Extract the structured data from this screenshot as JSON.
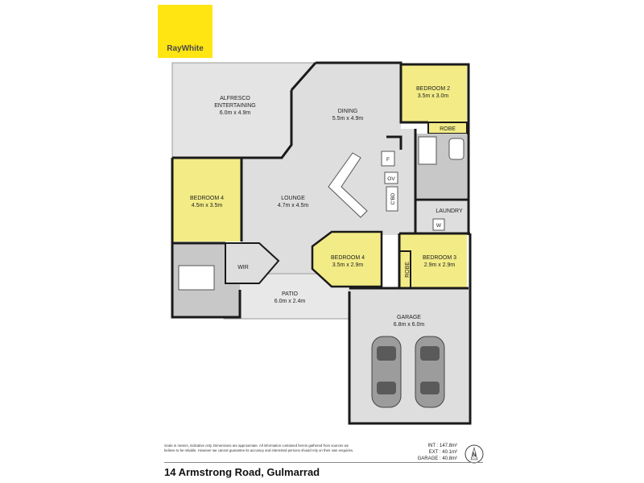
{
  "brand": {
    "name": "RayWhite",
    "color": "#FFE512"
  },
  "rooms": {
    "alfresco": {
      "name": "ALFRESCO",
      "name2": "ENTERTAINING",
      "dims": "6.0m x 4.9m"
    },
    "dining": {
      "name": "DINING",
      "dims": "5.5m x 4.9m"
    },
    "bedroom2": {
      "name": "BEDROOM 2",
      "dims": "3.5m x 3.0m"
    },
    "robe_top": {
      "name": "ROBE"
    },
    "bedroom4_left": {
      "name": "BEDROOM 4",
      "dims": "4.5m x 3.5m"
    },
    "lounge": {
      "name": "LOUNGE",
      "dims": "4.7m x 4.5m"
    },
    "laundry": {
      "name": "LAUNDRY"
    },
    "bedroom4_center": {
      "name": "BEDROOM 4",
      "dims": "3.5m x 2.9m"
    },
    "bedroom3": {
      "name": "BEDROOM 3",
      "dims": "2.9m x 2.9m"
    },
    "robe_right": {
      "name": "ROBE"
    },
    "wir": {
      "name": "WIR"
    },
    "patio": {
      "name": "PATIO",
      "dims": "6.0m x 2.4m"
    },
    "garage": {
      "name": "GARAGE",
      "dims": "6.8m x 6.0m"
    }
  },
  "fixtures": {
    "fridge": "F",
    "oven": "OV",
    "cupboard": "C'BD",
    "washer": "W"
  },
  "colors": {
    "bedroom": "#F3EC86",
    "floor": "#DEDEDE",
    "wet": "#C8C8C8",
    "wall": "#1a1a1a",
    "outdoor": "#E4E4E4"
  },
  "disclaimer": {
    "line1": "Scale in meters, indicative only. Dimensions are approximate. All information contained herein gathered from sources we",
    "line2": "believe to be reliable. However we cannot guarantee its accuracy and interested persons should rely on their own enquiries."
  },
  "areas": {
    "int": "INT : 147.8m²",
    "ext": "EXT : 40.1m²",
    "garage": "GARAGE : 40.8m²"
  },
  "north": "N",
  "address": "14 Armstrong Road, Gulmarrad"
}
